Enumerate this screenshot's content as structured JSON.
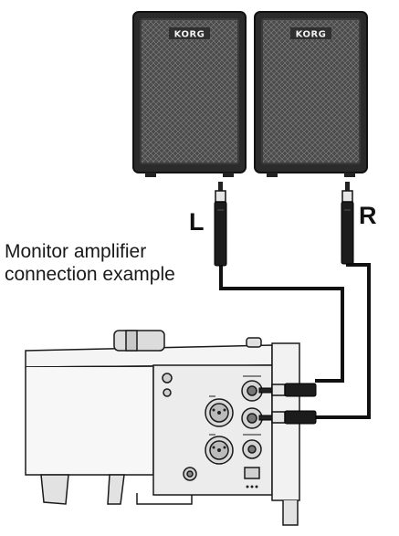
{
  "amplifiers": [
    {
      "brand": "KORG",
      "channel": "L"
    },
    {
      "brand": "KORG",
      "channel": "R"
    }
  ],
  "caption": [
    "Monitor amplifier",
    "connection example"
  ],
  "colors": {
    "cabinet": "#2b2b2b",
    "grille": "#5a5a5a",
    "cable": "#111111",
    "device_body": "#ececec",
    "outline": "#1a1a1a"
  },
  "icons": [
    "amplifier-cabinet",
    "phone-plug",
    "keyboard-rear-panel",
    "din-midi-jack",
    "quarter-inch-jack"
  ]
}
